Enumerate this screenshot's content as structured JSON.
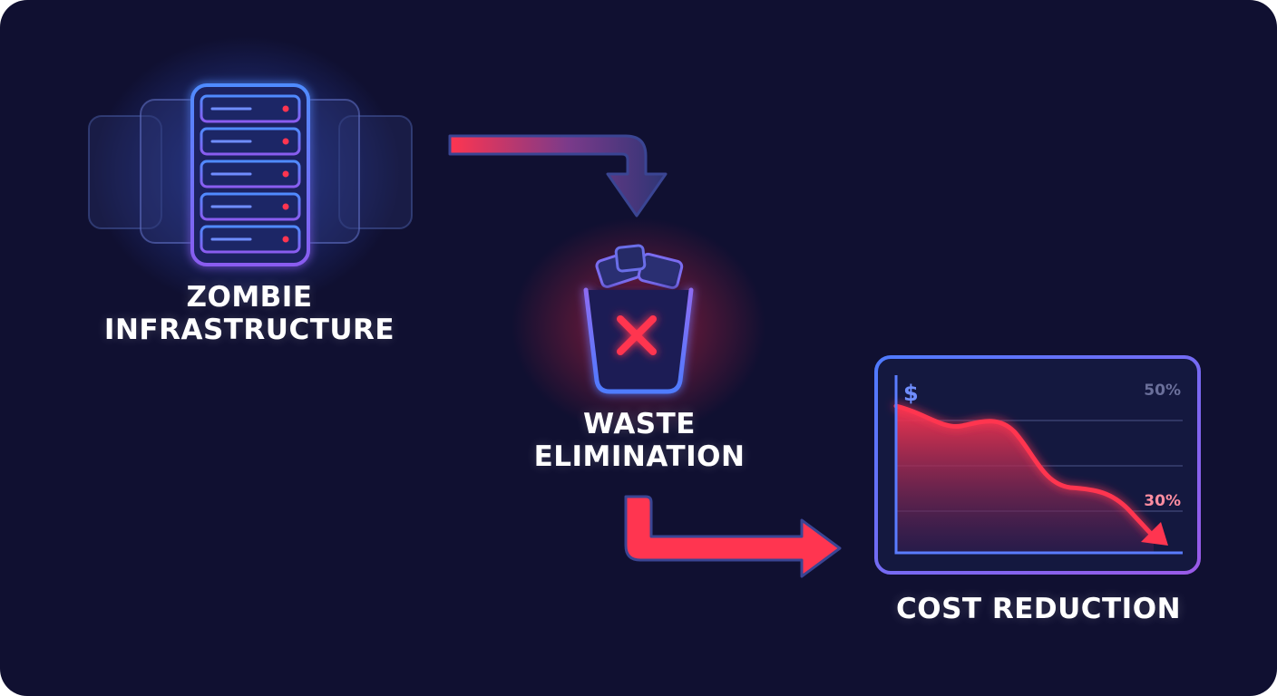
{
  "labels": {
    "zombie_line1": "ZOMBIE",
    "zombie_line2": "INFRASTRUCTURE",
    "waste_line1": "WASTE",
    "waste_line2": "ELIMINATION",
    "cost": "COST REDUCTION"
  },
  "chart": {
    "currency_symbol": "$",
    "top_value": "50%",
    "low_value": "30%"
  },
  "icons": [
    "server-rack-icon",
    "trash-bin-icon",
    "x-mark-icon",
    "downtrend-chart-icon",
    "arrow-icon"
  ],
  "colors": {
    "background": "#101031",
    "accent_blue": "#4f7bff",
    "accent_purple": "#8a5cf0",
    "accent_red": "#ff3550"
  }
}
